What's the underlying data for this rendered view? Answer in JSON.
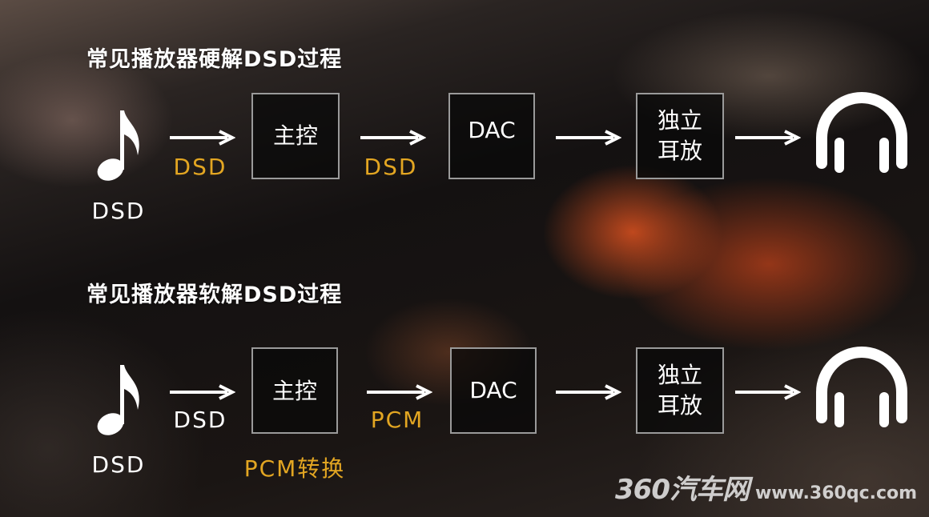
{
  "sections": [
    {
      "title": "常见播放器硬解DSD过程",
      "source_label": "DSD",
      "arrow1_label": "DSD",
      "box1": "主控",
      "arrow2_label": "DSD",
      "box2": "DAC",
      "box3_line1": "独立",
      "box3_line2": "耳放"
    },
    {
      "title": "常见播放器软解DSD过程",
      "source_label": "DSD",
      "arrow1_label": "DSD",
      "box1": "主控",
      "box1_sub": "PCM转换",
      "arrow2_label": "PCM",
      "box2": "DAC",
      "box3_line1": "独立",
      "box3_line2": "耳放"
    }
  ],
  "colors": {
    "accent": "#e3a622",
    "text": "#ffffff",
    "box_border": "#9a9a9a"
  },
  "icons": {
    "source": "music-note-icon",
    "output": "headphones-icon",
    "connector": "arrow-right-icon"
  },
  "watermark": {
    "brand": "360汽车网",
    "url": "www.360qc.com"
  }
}
